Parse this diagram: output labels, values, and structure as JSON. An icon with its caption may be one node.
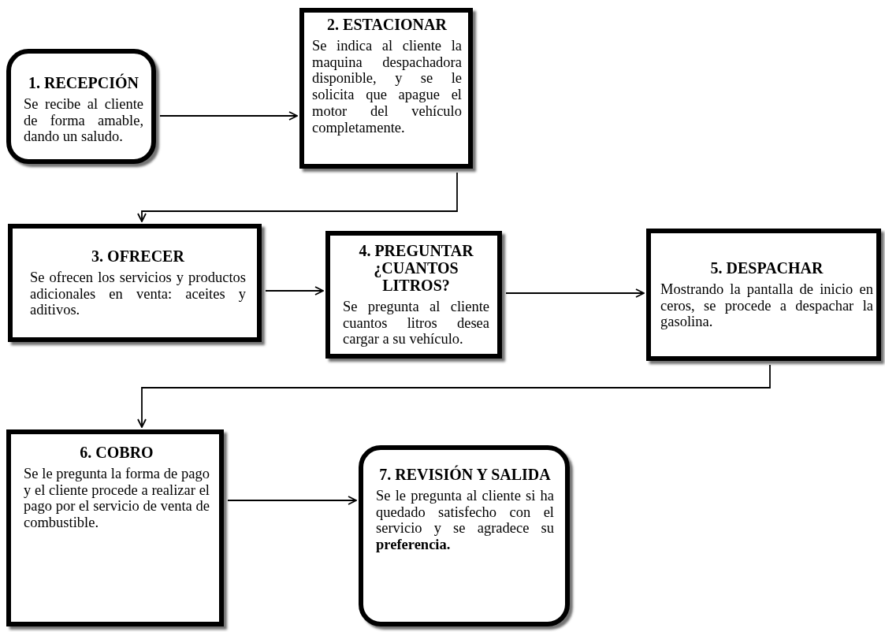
{
  "diagram": {
    "nodes": [
      {
        "text": [
          "1. RECEPCIÓN",
          "Se recibe al cliente de forma amable, dando un saludo."
        ]
      },
      {
        "text": [
          "2. ESTACIONAR",
          "Se indica al cliente la maquina despachadora disponible, y se le solicita que apague el motor del vehículo completamente."
        ]
      },
      {
        "text": [
          "3. OFRECER",
          "Se ofrecen los servicios y productos adicionales en venta: aceites y aditivos."
        ]
      },
      {
        "text": [
          "4.  PREGUNTAR ¿CUANTOS LITROS?",
          "Se pregunta al cliente cuantos litros desea cargar a su vehículo."
        ]
      },
      {
        "text": [
          "5. DESPACHAR",
          "Mostrando la pantalla de inicio en ceros, se procede a despachar la gasolina."
        ]
      },
      {
        "text": [
          "6. COBRO",
          "Se le pregunta la forma de pago y el cliente procede a realizar el pago por el servicio de venta de combustible."
        ]
      },
      {
        "text": [
          "7. REVISIÓN Y SALIDA",
          "Se le pregunta al cliente si ha quedado satisfecho con el servicio y se agradece su **preferencia.**"
        ]
      }
    ],
    "edges": [
      {
        "from": 0,
        "to": 1,
        "arrow": "to"
      },
      {
        "from": 1,
        "to": 2,
        "arrow": "to"
      },
      {
        "from": 2,
        "to": 3,
        "arrow": "to"
      },
      {
        "from": 3,
        "to": 4,
        "arrow": "to"
      },
      {
        "from": 4,
        "to": 5,
        "arrow": "to"
      },
      {
        "from": 5,
        "to": 6,
        "arrow": "to"
      }
    ]
  }
}
